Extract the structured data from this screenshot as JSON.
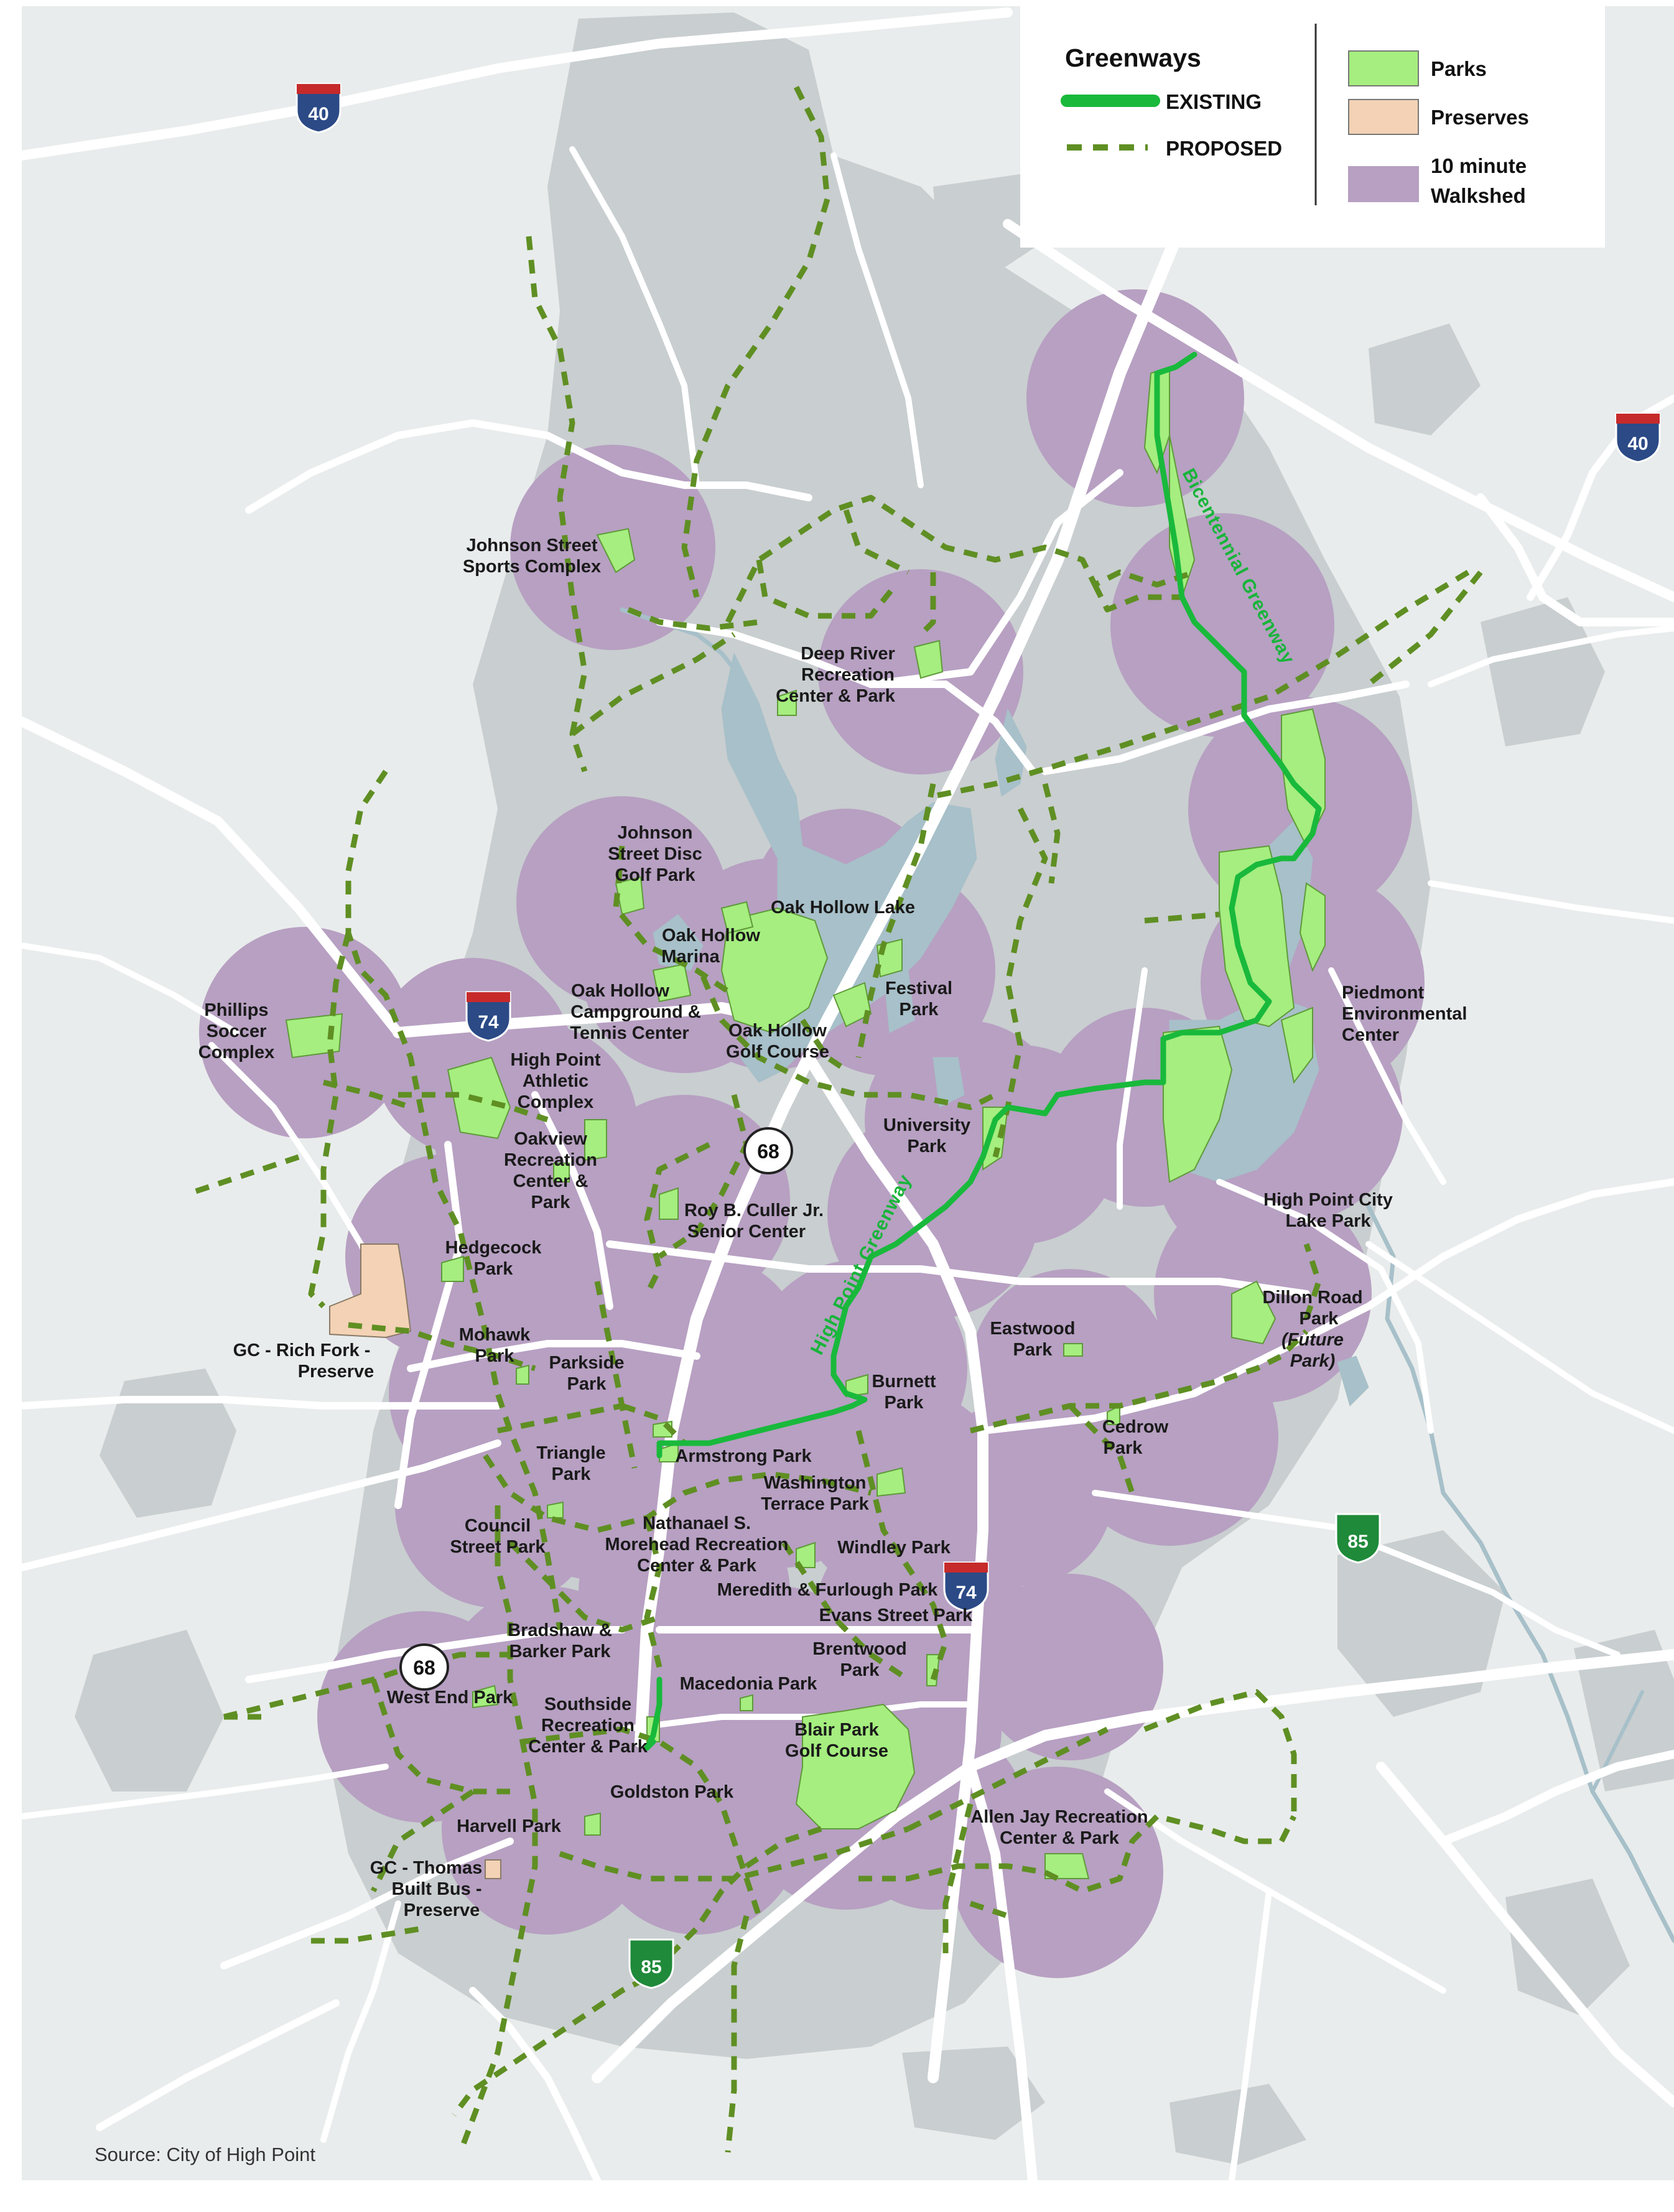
{
  "legend": {
    "greenways_title": "Greenways",
    "existing_label": "EXISTING",
    "proposed_label": "PROPOSED",
    "parks_label": "Parks",
    "preserves_label": "Preserves",
    "walkshed_label_1": "10 minute",
    "walkshed_label_2": "Walkshed"
  },
  "source_text": "Source:  City of High Point",
  "greenway_names": {
    "bicentennial": "Bicentennial Greenway",
    "high_point": "High Point Greenway"
  },
  "shields": {
    "i40_nw": "40",
    "i40_e": "40",
    "i74_n": "74",
    "i74_s": "74",
    "i85_e": "85",
    "i85_s": "85",
    "nc68_n": "68",
    "nc68_s": "68"
  },
  "places": {
    "johnson_street_sports_1": "Johnson Street",
    "johnson_street_sports_2": "Sports Complex",
    "deep_river_1": "Deep River",
    "deep_river_2": "Recreation",
    "deep_river_3": "Center & Park",
    "jsdg_1": "Johnson",
    "jsdg_2": "Street Disc",
    "jsdg_3": "Golf  Park",
    "oak_hollow_lake": "Oak Hollow Lake",
    "oak_hollow_marina_1": "Oak Hollow",
    "oak_hollow_marina_2": "Marina",
    "festival_park_1": "Festival",
    "festival_park_2": "Park",
    "oh_campground_1": "Oak Hollow",
    "oh_campground_2": "Campground &",
    "oh_campground_3": "Tennis Center",
    "oh_golf_1": "Oak Hollow",
    "oh_golf_2": "Golf Course",
    "phillips_1": "Phillips",
    "phillips_2": "Soccer",
    "phillips_3": "Complex",
    "hp_athletic_1": "High Point",
    "hp_athletic_2": "Athletic",
    "hp_athletic_3": "Complex",
    "oakview_1": "Oakview",
    "oakview_2": "Recreation",
    "oakview_3": "Center &",
    "oakview_4": "Park",
    "piedmont_1": "Piedmont",
    "piedmont_2": "Environmental",
    "piedmont_3": "Center",
    "university_park_1": "University",
    "university_park_2": "Park",
    "hp_city_lake_1": "High Point City",
    "hp_city_lake_2": "Lake Park",
    "roy_culler_1": "Roy B. Culler Jr.",
    "roy_culler_2": "Senior Center",
    "hedgecock_1": "Hedgecock",
    "hedgecock_2": "Park",
    "dillon_1": "Dillon Road",
    "dillon_2": "Park",
    "dillon_3": "(Future",
    "dillon_4": "Park)",
    "rich_fork_1": "GC - Rich Fork -",
    "rich_fork_2": "Preserve",
    "mohawk_1": "Mohawk",
    "mohawk_2": "Park",
    "eastwood_1": "Eastwood",
    "eastwood_2": "Park",
    "parkside_1": "Parkside",
    "parkside_2": "Park",
    "burnett_1": "Burnett",
    "burnett_2": "Park",
    "cedrow_1": "Cedrow",
    "cedrow_2": "Park",
    "triangle_1": "Triangle",
    "triangle_2": "Park",
    "armstrong": "Armstrong Park",
    "washington_1": "Washington",
    "washington_2": "Terrace Park",
    "council_1": "Council",
    "council_2": "Street Park",
    "morehead_1": "Nathanael S.",
    "morehead_2": "Morehead Recreation",
    "morehead_3": "Center & Park",
    "windley": "Windley Park",
    "meredith": "Meredith & Furlough Park",
    "evans": "Evans Street Park",
    "bradshaw_1": "Bradshaw &",
    "bradshaw_2": "Barker Park",
    "brentwood_1": "Brentwood",
    "brentwood_2": "Park",
    "west_end": "West End Park",
    "macedonia": "Macedonia Park",
    "southside_1": "Southside",
    "southside_2": "Recreation",
    "southside_3": "Center & Park",
    "blair_1": "Blair Park",
    "blair_2": "Golf Course",
    "goldston": "Goldston Park",
    "allen_jay_1": "Allen Jay Recreation",
    "allen_jay_2": "Center & Park",
    "harvell": "Harvell Park",
    "thomas_1": "GC - Thomas",
    "thomas_2": "Built Bus -",
    "thomas_3": "Preserve"
  },
  "colors": {
    "background": "#e9ecec",
    "urban": "#c9ced0",
    "walkshed": "#b7a0c2",
    "park": "#a5ee7f",
    "preserve": "#f3d2b5",
    "existing_greenway": "#19b93c",
    "proposed_greenway": "#5f8f23",
    "water": "#a7c0c9",
    "road": "#ffffff"
  }
}
